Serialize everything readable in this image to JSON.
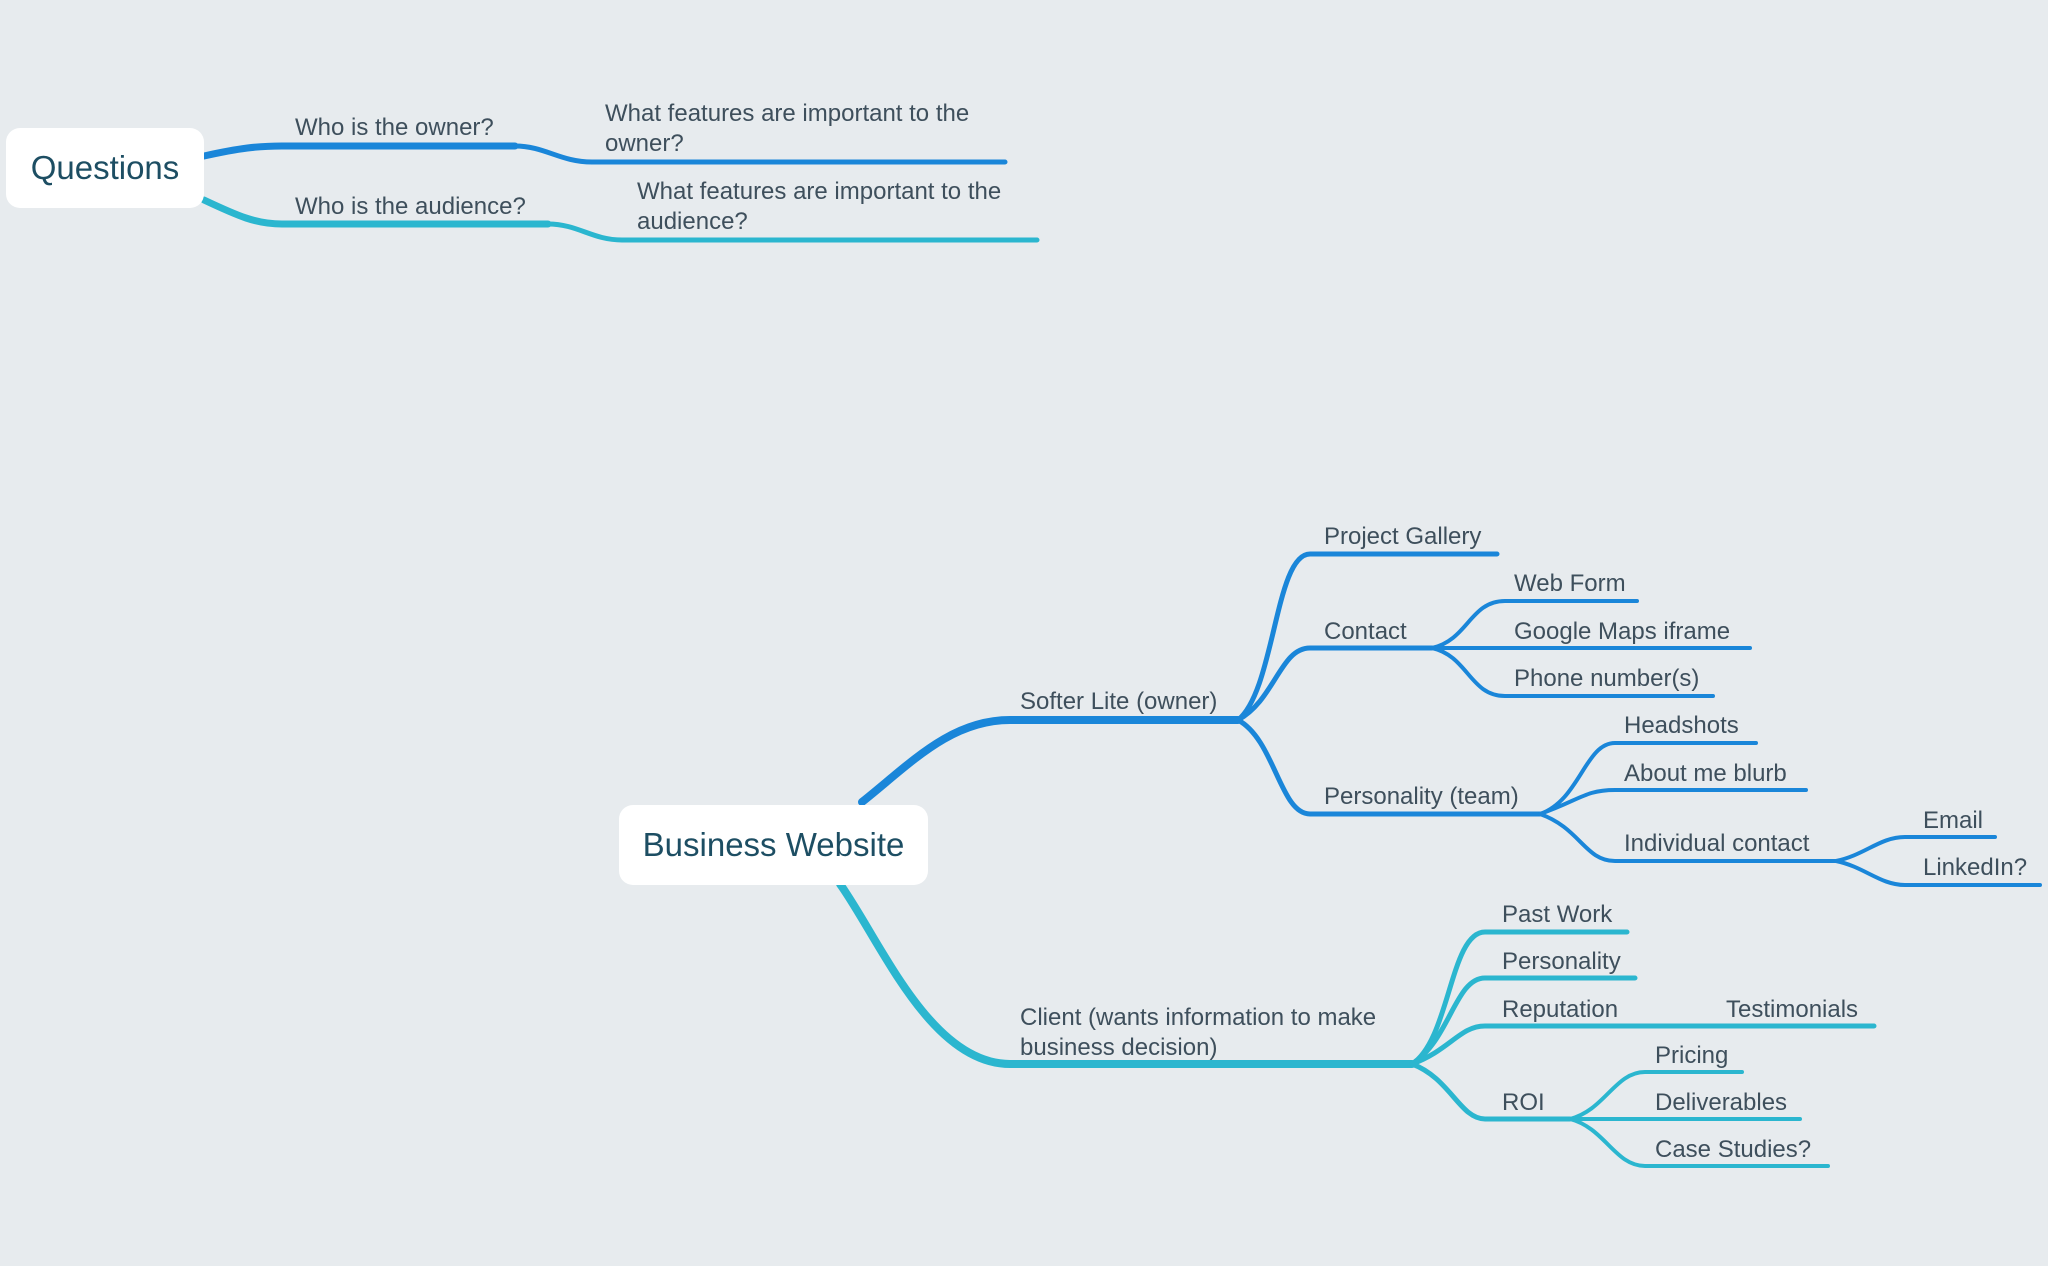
{
  "colors": {
    "background": "#e7ebee",
    "root_fill": "#ffffff",
    "root_text": "#1d4e63",
    "label_text": "#3e4f5c",
    "branch_blue": "#1a86d9",
    "branch_teal": "#2bb6cf"
  },
  "questions": {
    "root": "Questions",
    "owner": {
      "label": "Who is the owner?",
      "child": "What features are important to the owner?"
    },
    "audience": {
      "label": "Who is the audience?",
      "child": "What features are important to the audience?"
    }
  },
  "business": {
    "root": "Business Website",
    "owner": {
      "label": "Softer Lite (owner)",
      "project_gallery": "Project Gallery",
      "contact": {
        "label": "Contact",
        "web_form": "Web Form",
        "google_maps": "Google Maps iframe",
        "phone": "Phone number(s)"
      },
      "personality": {
        "label": "Personality (team)",
        "headshots": "Headshots",
        "about_me": "About me blurb",
        "individual_contact": {
          "label": "Individual contact",
          "email": "Email",
          "linkedin": "LinkedIn?"
        }
      }
    },
    "client": {
      "label": "Client (wants information to make business decision)",
      "past_work": "Past Work",
      "personality": "Personality",
      "reputation": {
        "label": "Reputation",
        "testimonials": "Testimonials"
      },
      "roi": {
        "label": "ROI",
        "pricing": "Pricing",
        "deliverables": "Deliverables",
        "case_studies": "Case Studies?"
      }
    }
  }
}
